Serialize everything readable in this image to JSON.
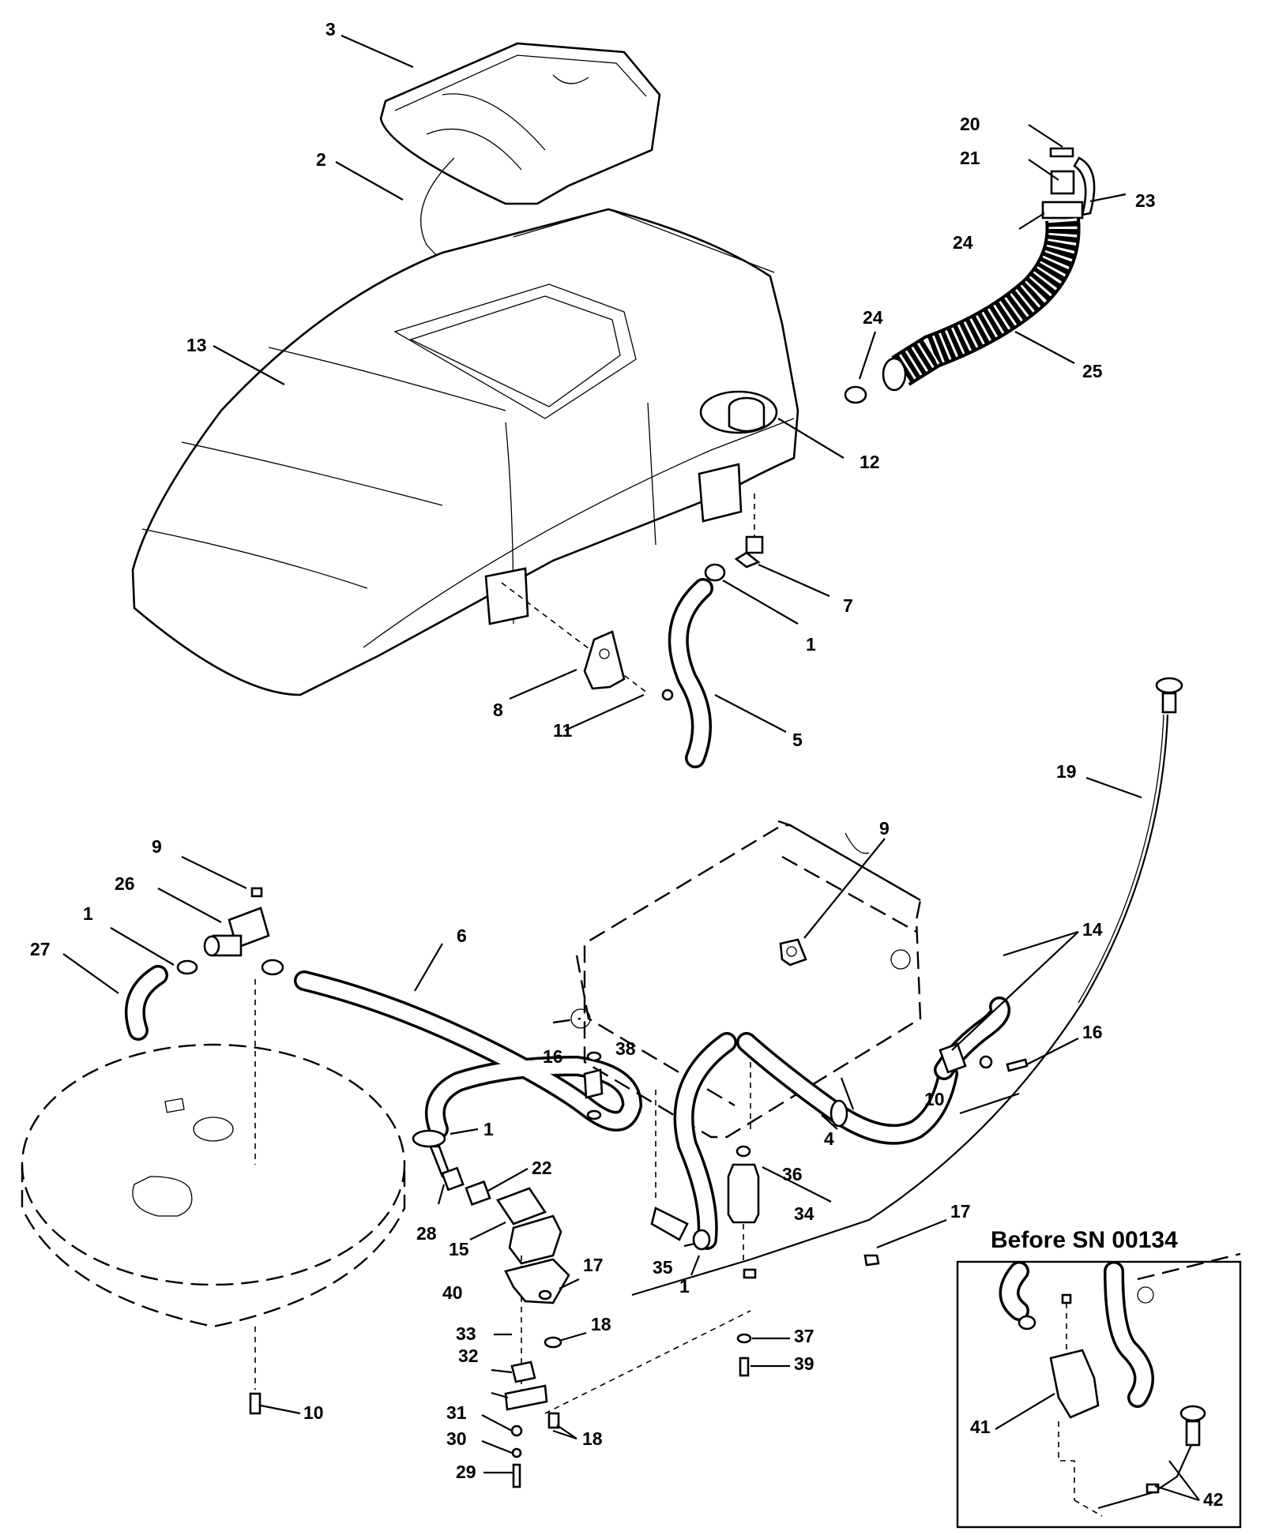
{
  "inset": {
    "title": "Before SN 00134"
  },
  "callouts": [
    {
      "id": "c3",
      "text": "3"
    },
    {
      "id": "c2",
      "text": "2"
    },
    {
      "id": "c13",
      "text": "13"
    },
    {
      "id": "c20",
      "text": "20"
    },
    {
      "id": "c21",
      "text": "21"
    },
    {
      "id": "c23",
      "text": "23"
    },
    {
      "id": "c24a",
      "text": "24"
    },
    {
      "id": "c24b",
      "text": "24"
    },
    {
      "id": "c25",
      "text": "25"
    },
    {
      "id": "c12",
      "text": "12"
    },
    {
      "id": "c7",
      "text": "7"
    },
    {
      "id": "c1a",
      "text": "1"
    },
    {
      "id": "c8",
      "text": "8"
    },
    {
      "id": "c11",
      "text": "11"
    },
    {
      "id": "c5",
      "text": "5"
    },
    {
      "id": "c19",
      "text": "19"
    },
    {
      "id": "c9a",
      "text": "9"
    },
    {
      "id": "c26",
      "text": "26"
    },
    {
      "id": "c1b",
      "text": "1"
    },
    {
      "id": "c27",
      "text": "27"
    },
    {
      "id": "c6",
      "text": "6"
    },
    {
      "id": "c9b",
      "text": "9"
    },
    {
      "id": "c14",
      "text": "14"
    },
    {
      "id": "c16a",
      "text": "16"
    },
    {
      "id": "c38",
      "text": "38"
    },
    {
      "id": "c16b",
      "text": "16"
    },
    {
      "id": "c1c",
      "text": "1"
    },
    {
      "id": "c22",
      "text": "22"
    },
    {
      "id": "c10a",
      "text": "10"
    },
    {
      "id": "c4",
      "text": "4"
    },
    {
      "id": "c36",
      "text": "36"
    },
    {
      "id": "c34",
      "text": "34"
    },
    {
      "id": "c28",
      "text": "28"
    },
    {
      "id": "c15",
      "text": "15"
    },
    {
      "id": "c17a",
      "text": "17"
    },
    {
      "id": "c17b",
      "text": "17"
    },
    {
      "id": "c40",
      "text": "40"
    },
    {
      "id": "c35",
      "text": "35"
    },
    {
      "id": "c1d",
      "text": "1"
    },
    {
      "id": "c33",
      "text": "33"
    },
    {
      "id": "c18a",
      "text": "18"
    },
    {
      "id": "c32",
      "text": "32"
    },
    {
      "id": "c37",
      "text": "37"
    },
    {
      "id": "c39",
      "text": "39"
    },
    {
      "id": "c10b",
      "text": "10"
    },
    {
      "id": "c31",
      "text": "31"
    },
    {
      "id": "c30",
      "text": "30"
    },
    {
      "id": "c18b",
      "text": "18"
    },
    {
      "id": "c29",
      "text": "29"
    },
    {
      "id": "c41",
      "text": "41"
    },
    {
      "id": "c42",
      "text": "42"
    }
  ]
}
